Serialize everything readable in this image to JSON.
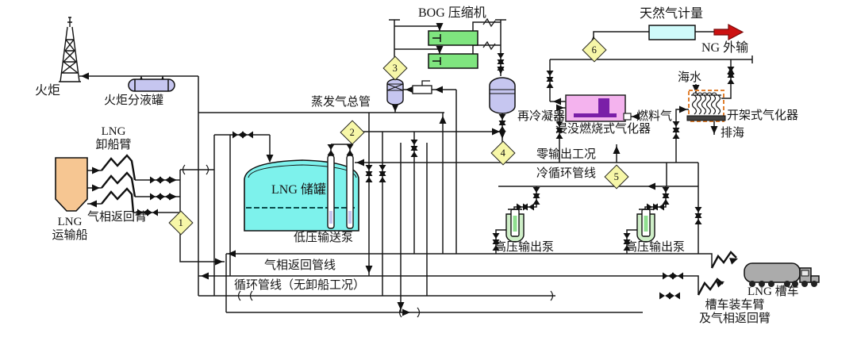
{
  "diagram": {
    "type": "LNG receiving terminal process flow diagram",
    "labels": {
      "flare": "火炬",
      "flare_ko_drum": "火炬分液罐",
      "lng_unloading_arm": "LNG\n卸船臂",
      "vapor_return_arm": "气相返回臂",
      "lng_carrier": "LNG\n运输船",
      "bog_header": "蒸发气总管",
      "bog_compressor": "BOG 压缩机",
      "recondenser": "再冷凝器",
      "ng_metering": "天然气计量",
      "ng_export": "NG 外输",
      "seawater": "海水",
      "fuel_gas": "燃料气",
      "scv": "浸没燃烧式气化器",
      "orv": "开架式气化器",
      "sea_discharge": "排海",
      "zero_output": "零输出工况",
      "cold_circulation_line": "冷循环管线",
      "lng_tank": "LNG 储罐",
      "lp_pump": "低压输送泵",
      "vapor_return_line": "气相返回管线",
      "circulation_line": "循环管线（无卸船工况）",
      "hp_pump_1": "高压输出泵",
      "hp_pump_2": "高压输出泵",
      "lng_truck": "LNG 槽车",
      "truck_loading_arm": "槽车装车臂\n及气相返回臂"
    },
    "streams": [
      "1",
      "2",
      "3",
      "4",
      "5",
      "6"
    ],
    "colors": {
      "tank_cyan": "#7DF2EC",
      "vessel_purple": "#C6C6F0",
      "compressor_green": "#7FE57F",
      "pump_green": "#CFEFC8",
      "scv_pink": "#F4B3EE",
      "orv_dash_orange": "#E08030",
      "ship_orange": "#F6C692",
      "export_red": "#CC1111",
      "meter_cyan": "#CFFAFA",
      "diamond_yellow": "#F7F7A8",
      "truck_gray": "#ABABAB",
      "line_black": "#1a1a1a"
    }
  }
}
